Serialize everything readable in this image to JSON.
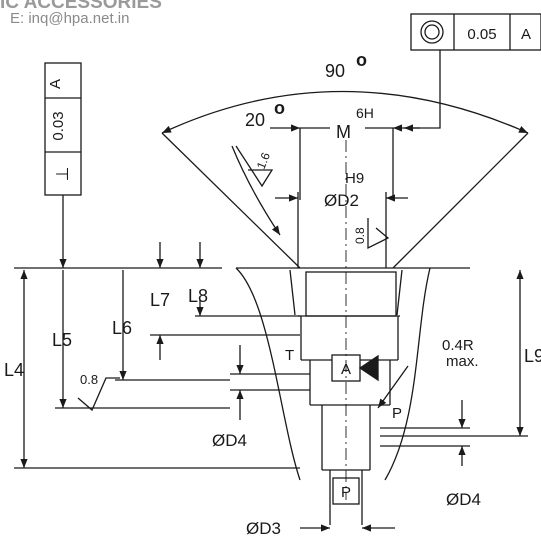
{
  "header": {
    "title": "IC ACCESSORIES",
    "email": "E: inq@hpa.net.in"
  },
  "drawing": {
    "angle_90": "90",
    "angle_20": "20",
    "degree_symbol": "o",
    "thread_M": "M",
    "thread_tol": "6H",
    "fit_H9": "H9",
    "dim_D2": "ØD2",
    "dim_D3": "ØD3",
    "dim_D4_left": "ØD4",
    "dim_D4_right": "ØD4",
    "dim_L4": "L4",
    "dim_L5": "L5",
    "dim_L6": "L6",
    "dim_L7": "L7",
    "dim_L8": "L8",
    "dim_L9": "L9",
    "label_T": "T",
    "label_A": "A",
    "label_P_side": "P",
    "label_P_bottom": "P",
    "radius_note_1": "0.4R",
    "radius_note_2": "max.",
    "surface_16": "1.6",
    "surface_08_right": "0.8",
    "surface_08_left": "0.8"
  },
  "concentricity_frame": {
    "tolerance": "0.05",
    "datum": "A"
  },
  "perpendicularity_frame": {
    "datum": "A",
    "tolerance": "0.03",
    "symbol": "⊥"
  }
}
